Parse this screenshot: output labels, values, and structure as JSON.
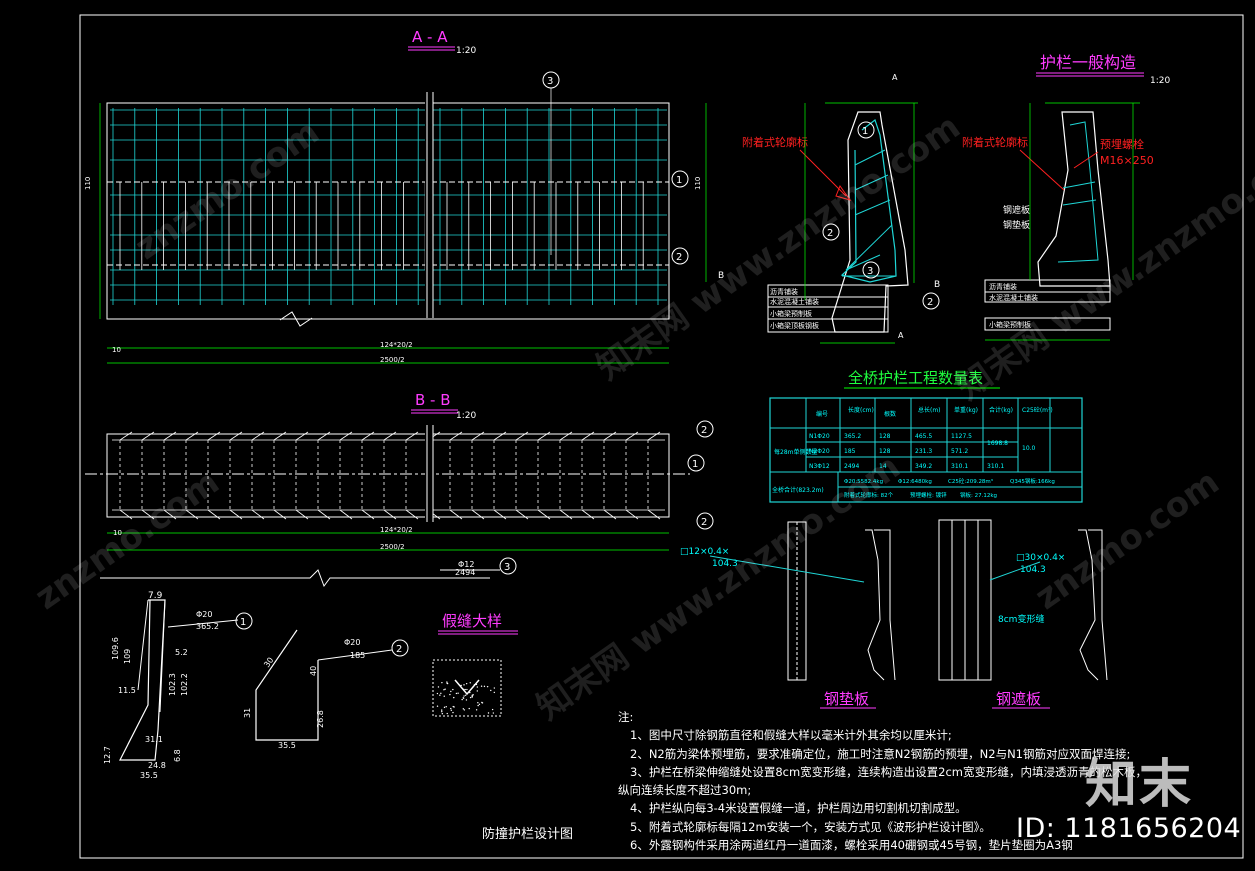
{
  "titles": {
    "section_aa": "A - A",
    "section_aa_scale": "1:20",
    "general": "护栏一般构造",
    "general_scale": "1:20",
    "section_bb": "B - B",
    "section_bb_scale": "1:20",
    "quantity_table": "全桥护栏工程数量表",
    "false_joint": "假缝大样",
    "steel_pad": "钢垫板",
    "steel_cover": "钢遮板",
    "drawing_name": "防撞护栏设计图"
  },
  "dims": {
    "aa_bottom_1": "124*20/2",
    "aa_bottom_2": "2500/2",
    "aa_left_10": "10",
    "aa_height": "110",
    "bb_bottom_1": "124*20/2",
    "bb_bottom_2": "2500/2",
    "bb_left": "10",
    "bar3_dia": "Φ12",
    "bar3_len": "2494",
    "bar1_dia": "Φ20",
    "bar1_len": "365.2",
    "bar2_dia": "Φ20",
    "bar2_len": "185",
    "bar1_top": "7.9",
    "bar1_l1": "109.6",
    "bar1_l2": "109",
    "bar1_l3": "11.5",
    "bar1_b1": "35.5",
    "bar1_b2": "24.8",
    "bar1_b3": "31.1",
    "bar1_s1": "5.2",
    "bar1_s2": "102.3",
    "bar1_s3": "102.2",
    "bar1_s4": "12.7",
    "bar1_s5": "6.8",
    "bar2_a": "30",
    "bar2_b": "40",
    "bar2_c": "31",
    "bar2_d": "26.8",
    "bar2_e": "35.5",
    "pad_bolt": "□12×0.4×",
    "pad_bolt_len": "104.3",
    "cover_bolt": "□30×0.4×",
    "cover_bolt_len": "104.3",
    "cover_note": "8cm变形缝"
  },
  "labels": {
    "wheel_guide": "附着式轮廓标",
    "wheel_guide2": "附着式轮廓标",
    "bolt": "预埋螺栓",
    "bolt_size": "M16×250",
    "steel_cover_label": "钢遮板",
    "steel_pad_label": "钢垫板",
    "asphalt": "沥青铺装",
    "concrete": "水泥混凝土铺装",
    "box1": "小箱梁预制板",
    "box2": "小箱梁顶板钢板",
    "section_b": "B",
    "section_a": "A"
  },
  "table": {
    "headers": [
      "",
      "编号",
      "长度(cm)",
      "根数",
      "总长(m)",
      "单重(kg)",
      "合计(kg)",
      "C25砼(m³)"
    ],
    "group_label": "每28m单侧数量",
    "rows": [
      [
        "N1Φ20",
        "365.2",
        "128",
        "465.5",
        "1127.5",
        "1698.8",
        "10.0"
      ],
      [
        "N2Φ20",
        "185",
        "128",
        "231.3",
        "571.2",
        "",
        ""
      ],
      [
        "N3Φ12",
        "2494",
        "14",
        "349.2",
        "310.1",
        "310.1",
        ""
      ]
    ],
    "total_label": "全桥合计(823.2m)",
    "total_values": [
      "Φ20:5582.4kg",
      "Φ12:6480kg",
      "C25砼:209.28m³",
      "Q345钢板:166kg"
    ],
    "total_values2": [
      "附着式轮廓标: 82个",
      "预埋螺栓: 镀锌",
      "钢板: 27.12kg"
    ]
  },
  "notes": {
    "heading": "注:",
    "items": [
      "1、图中尺寸除钢筋直径和假缝大样以毫米计外其余均以厘米计;",
      "2、N2筋为梁体预埋筋，要求准确定位，施工时注意N2钢筋的预埋，N2与N1钢筋对应双面焊连接;",
      "3、护栏在桥梁伸缩缝处设置8cm宽变形缝，连续构造出设置2cm宽变形缝，内填浸透沥青的松木板，",
      "纵向连续长度不超过30m;",
      "4、护栏纵向每3-4米设置假缝一道，护栏周边用切割机切割成型。",
      "5、附着式轮廓标每隔12m安装一个，安装方式见《波形护栏设计图》。",
      "6、外露钢构件采用涂两道红丹一道面漆，螺栓采用40硼钢或45号钢，垫片垫圈为A3钢"
    ]
  },
  "brand": "知末",
  "id_text": "ID: 1181656204",
  "watermark": "znzmo.com",
  "watermark2": "知末网 www.znzmo.com",
  "colors": {
    "magenta": "#ff3cff",
    "cyan": "#00ffff",
    "green": "#00ff00",
    "red": "#ff2020",
    "white": "#ffffff",
    "yellow": "#ffff00"
  }
}
